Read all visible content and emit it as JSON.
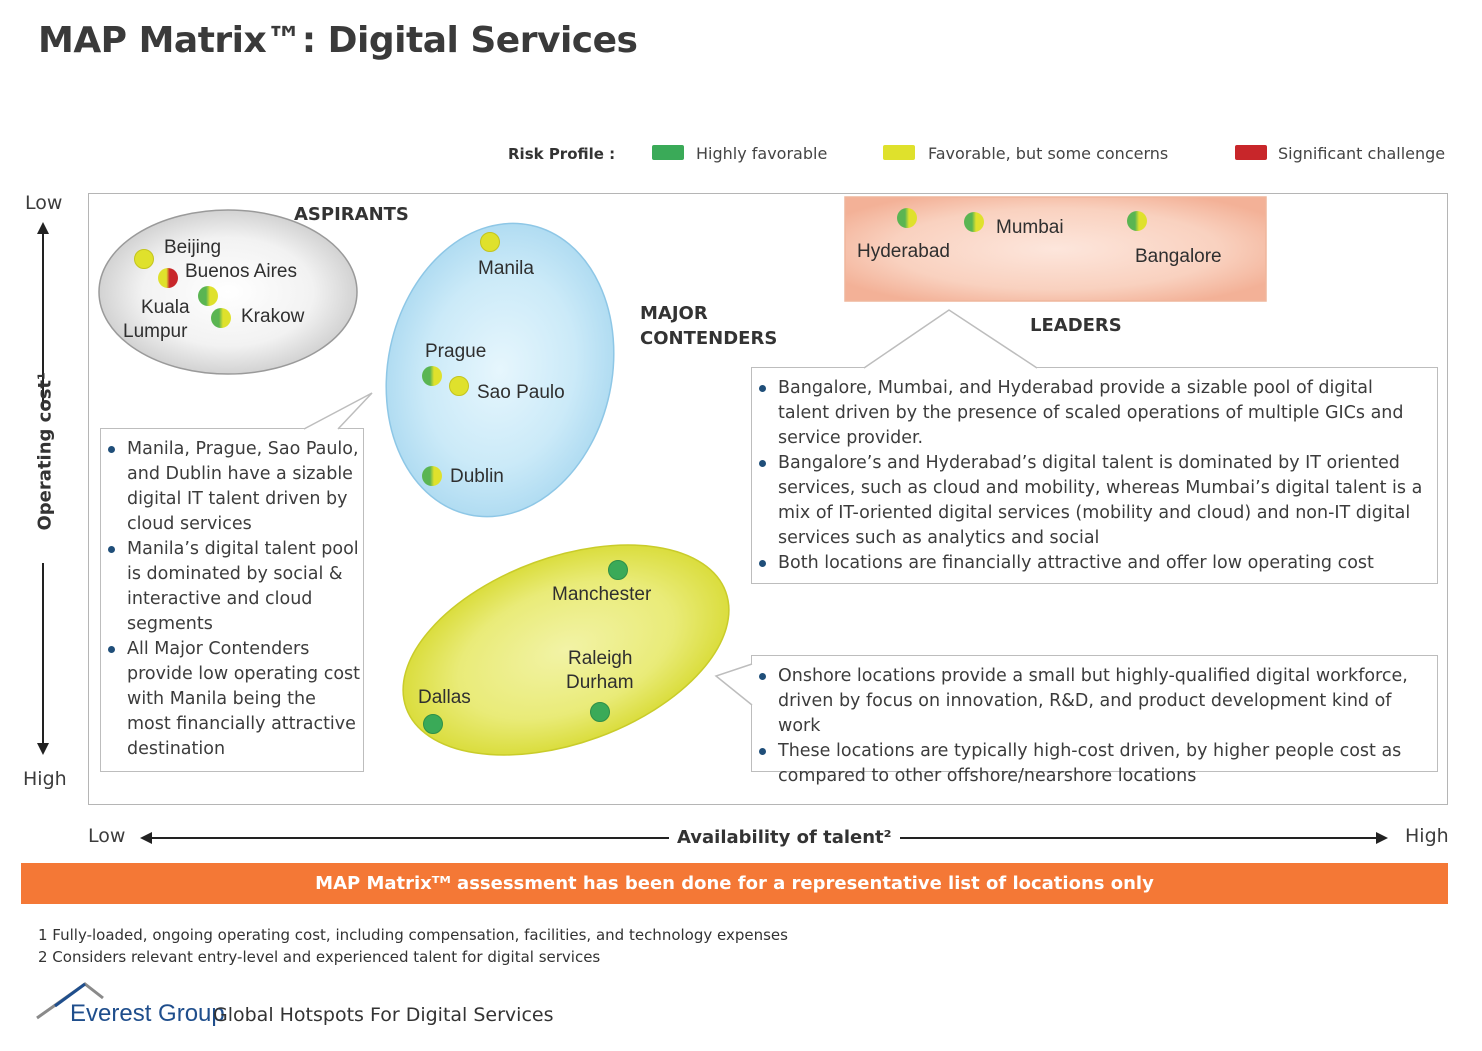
{
  "title": "MAP Matrix™: Digital Services",
  "legend": {
    "title": "Risk Profile :",
    "items": [
      {
        "label": "Highly favorable",
        "color": "#3aaa58"
      },
      {
        "label": "Favorable, but some concerns",
        "color": "#dfe12c"
      },
      {
        "label": "Significant challenge",
        "color": "#c8262a"
      }
    ]
  },
  "axes": {
    "y_title": "Operating cost¹",
    "y_top": "Low",
    "y_bottom": "High",
    "x_title": "Availability of talent²",
    "x_left": "Low",
    "x_right": "High"
  },
  "groups": {
    "aspirants": {
      "label": "ASPIRANTS",
      "cities": [
        "Beijing",
        "Buenos Aires",
        "Kuala",
        "Lumpur",
        "Krakow"
      ]
    },
    "major_contenders": {
      "label_line1": "MAJOR",
      "label_line2": "CONTENDERS",
      "cities": [
        "Manila",
        "Prague",
        "Sao Paulo",
        "Dublin"
      ]
    },
    "leaders": {
      "label": "LEADERS",
      "cities": [
        "Hyderabad",
        "Mumbai",
        "Bangalore"
      ]
    },
    "onshore": {
      "cities": [
        "Manchester",
        "Raleigh",
        "Durham",
        "Dallas"
      ]
    }
  },
  "callouts": {
    "major": [
      "Manila, Prague, Sao Paulo, and Dublin have a sizable digital IT talent driven by cloud services",
      "Manila’s digital talent pool is dominated by social & interactive and cloud segments",
      "All Major Contenders provide low operating cost with Manila being the most financially attractive destination"
    ],
    "leaders": [
      "Bangalore, Mumbai, and Hyderabad provide a sizable pool of digital talent driven by the presence of scaled operations of multiple GICs and service provider.",
      "Bangalore’s and Hyderabad’s digital talent is dominated by IT oriented services, such as cloud and mobility, whereas Mumbai’s digital talent is a mix of IT-oriented digital services (mobility and cloud) and non-IT digital services such as analytics and social",
      "Both locations are financially attractive and offer low operating cost"
    ],
    "onshore": [
      "Onshore locations provide a small but highly-qualified digital workforce, driven by focus on innovation, R&D, and product development kind of work",
      "These locations are typically high-cost driven, by higher people cost as compared to other offshore/nearshore locations"
    ]
  },
  "banner": "MAP Matrixᵀᴹ assessment has been done for a representative list of locations only",
  "footnotes": [
    "1 Fully-loaded, ongoing operating cost, including compensation, facilities, and technology expenses",
    "2 Considers relevant entry-level and experienced talent for digital services"
  ],
  "brand": {
    "logo_text": "Everest Group",
    "tagline": "Global Hotspots For Digital Services"
  }
}
